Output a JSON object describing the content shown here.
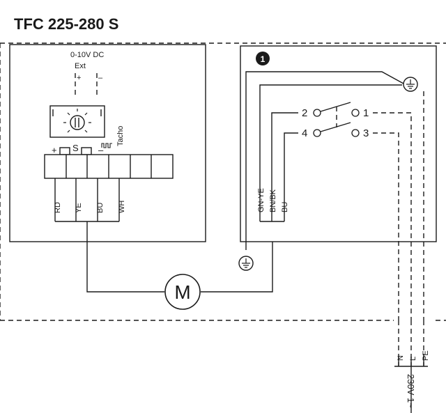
{
  "title": "TFC 225-280 S",
  "controller": {
    "signal_label": "0-10V DC",
    "ext_label": "Ext",
    "plus_sign": "+",
    "minus_sign": "–",
    "tacho_label": "Tacho",
    "terminal_plus": "+",
    "terminal_s": "S",
    "terminal_minus": "–",
    "wires": [
      "RD",
      "YE",
      "BU",
      "WH"
    ]
  },
  "motor": {
    "symbol": "M"
  },
  "switch_box": {
    "badge": "1",
    "contacts": [
      "2",
      "1",
      "4",
      "3"
    ],
    "wires": [
      "GN-YE",
      "BN/BK",
      "BU"
    ]
  },
  "supply": {
    "conductors": [
      "N",
      "L",
      "PE"
    ],
    "voltage": "230V 1~"
  }
}
